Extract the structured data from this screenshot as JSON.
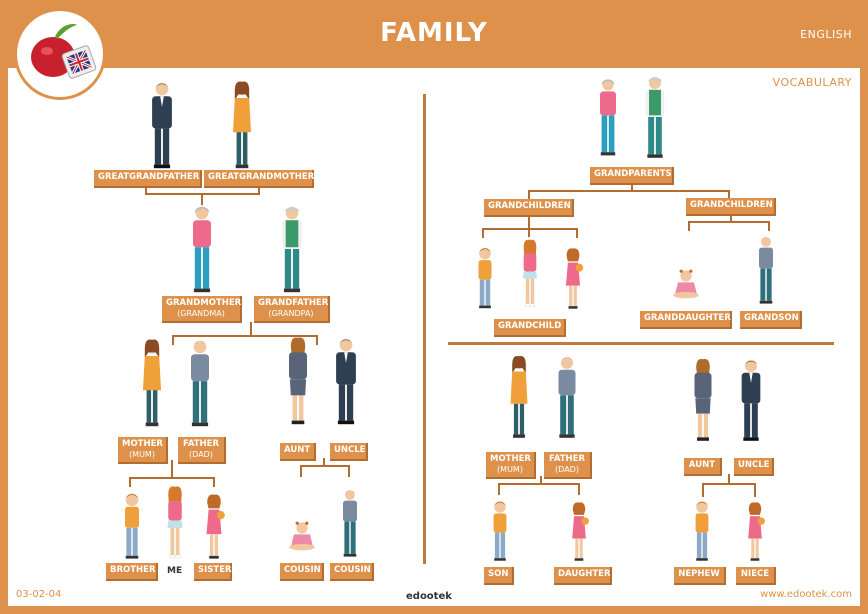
{
  "header": {
    "title": "FAMILY",
    "language": "ENGLISH",
    "section": "VOCABULARY"
  },
  "footer": {
    "code": "03-02-04",
    "brand": "edootek",
    "site": "www.edootek.com"
  },
  "left_tree": {
    "great_grandfather": "GREATGRANDFATHER",
    "great_grandmother": "GREATGRANDMOTHER",
    "grandmother": "GRANDMOTHER",
    "grandmother_alt": "(GRANDMA)",
    "grandfather": "GRANDFATHER",
    "grandfather_alt": "(GRANDPA)",
    "mother": "MOTHER",
    "mother_alt": "(MUM)",
    "father": "FATHER",
    "father_alt": "(DAD)",
    "aunt": "AUNT",
    "uncle": "UNCLE",
    "brother": "BROTHER",
    "me": "ME",
    "sister": "SISTER",
    "cousin_1": "COUSIN",
    "cousin_2": "COUSIN"
  },
  "right_top": {
    "grandparents": "GRANDPARENTS",
    "grandchildren_1": "GRANDCHILDREN",
    "grandchildren_2": "GRANDCHILDREN",
    "grandchild": "GRANDCHILD",
    "granddaughter": "GRANDDAUGHTER",
    "grandson": "GRANDSON"
  },
  "right_bottom": {
    "mother": "MOTHER",
    "mother_alt": "(MUM)",
    "father": "FATHER",
    "father_alt": "(DAD)",
    "aunt": "AUNT",
    "uncle": "UNCLE",
    "son": "SON",
    "daughter": "DAUGHTER",
    "nephew": "NEPHEW",
    "niece": "NIECE"
  },
  "colors": {
    "accent": "#dd914a",
    "accent_dark": "#b36d30"
  }
}
